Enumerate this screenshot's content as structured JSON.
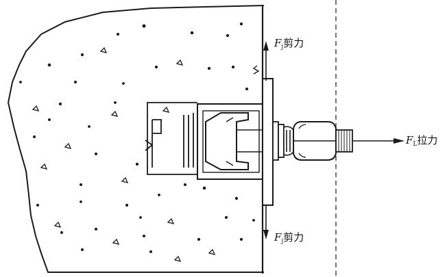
{
  "labels": {
    "shear_top": {
      "symbol": "F",
      "subscript": "j",
      "text": "剪力"
    },
    "shear_bottom": {
      "symbol": "F",
      "subscript": "j",
      "text": "剪力"
    },
    "tension": {
      "symbol": "F",
      "subscript": "L",
      "text": "拉力"
    }
  },
  "colors": {
    "ink": "#1a1a1a",
    "background": "#ffffff"
  }
}
